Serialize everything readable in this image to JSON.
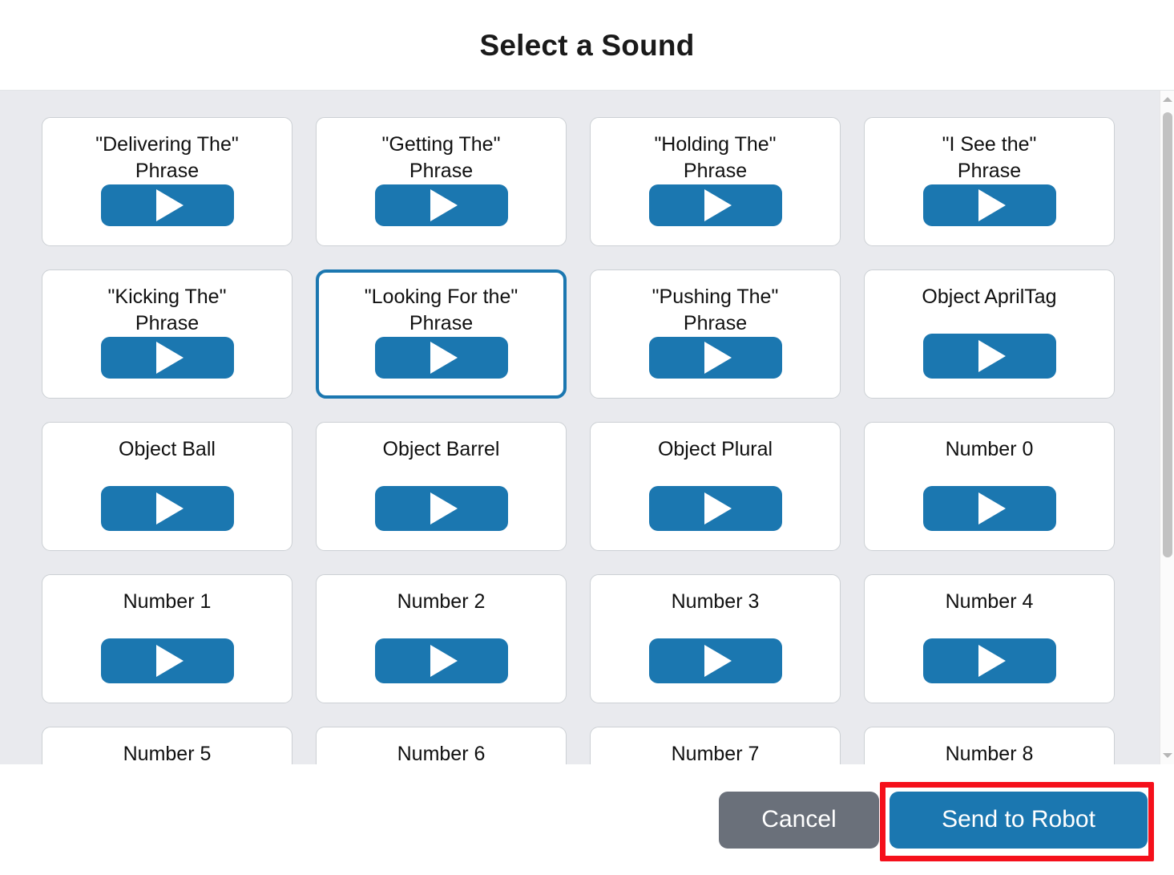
{
  "dialog": {
    "title": "Select a Sound",
    "colors": {
      "accent_blue": "#1b77b0",
      "cancel_gray": "#6a707a",
      "body_background": "#e9eaee",
      "card_background": "#ffffff",
      "highlight_red": "#f5101b",
      "selected_border": "#1b77b0"
    }
  },
  "sounds": [
    {
      "label": "\"Delivering The\"\nPhrase",
      "selected": false,
      "play_icon": "play-icon"
    },
    {
      "label": "\"Getting The\"\nPhrase",
      "selected": false,
      "play_icon": "play-icon"
    },
    {
      "label": "\"Holding The\"\nPhrase",
      "selected": false,
      "play_icon": "play-icon"
    },
    {
      "label": "\"I See the\"\nPhrase",
      "selected": false,
      "play_icon": "play-icon"
    },
    {
      "label": "\"Kicking The\"\nPhrase",
      "selected": false,
      "play_icon": "play-icon"
    },
    {
      "label": "\"Looking For the\"\nPhrase",
      "selected": true,
      "play_icon": "play-icon"
    },
    {
      "label": "\"Pushing The\"\nPhrase",
      "selected": false,
      "play_icon": "play-icon"
    },
    {
      "label": "Object AprilTag",
      "selected": false,
      "play_icon": "play-icon"
    },
    {
      "label": "Object Ball",
      "selected": false,
      "play_icon": "play-icon"
    },
    {
      "label": "Object Barrel",
      "selected": false,
      "play_icon": "play-icon"
    },
    {
      "label": "Object Plural",
      "selected": false,
      "play_icon": "play-icon"
    },
    {
      "label": "Number 0",
      "selected": false,
      "play_icon": "play-icon"
    },
    {
      "label": "Number 1",
      "selected": false,
      "play_icon": "play-icon"
    },
    {
      "label": "Number 2",
      "selected": false,
      "play_icon": "play-icon"
    },
    {
      "label": "Number 3",
      "selected": false,
      "play_icon": "play-icon"
    },
    {
      "label": "Number 4",
      "selected": false,
      "play_icon": "play-icon"
    },
    {
      "label": "Number 5",
      "selected": false,
      "play_icon": "play-icon"
    },
    {
      "label": "Number 6",
      "selected": false,
      "play_icon": "play-icon"
    },
    {
      "label": "Number 7",
      "selected": false,
      "play_icon": "play-icon"
    },
    {
      "label": "Number 8",
      "selected": false,
      "play_icon": "play-icon"
    }
  ],
  "scrollbar": {
    "up_arrow_icon": "chevron-up-icon",
    "down_arrow_icon": "chevron-down-icon",
    "thumb_position_percent": 3,
    "thumb_size_percent": 68
  },
  "footer": {
    "cancel_label": "Cancel",
    "send_label": "Send to Robot"
  }
}
